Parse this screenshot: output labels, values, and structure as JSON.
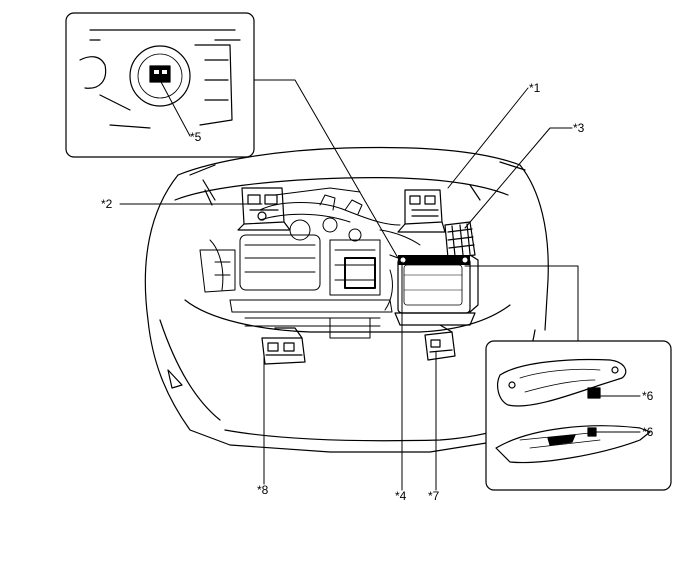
{
  "callouts": {
    "c1": "*1",
    "c2": "*2",
    "c3": "*3",
    "c4": "*4",
    "c5": "*5",
    "c6a": "*6",
    "c6b": "*6",
    "c7": "*7",
    "c8": "*8"
  }
}
